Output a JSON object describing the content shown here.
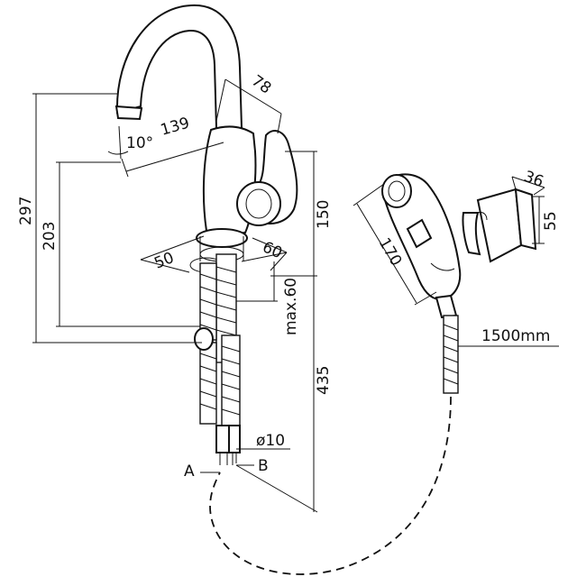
{
  "dimensions": {
    "spout_angle": "10°",
    "spout_reach": "139",
    "lever_offset": "78",
    "total_height": "297",
    "spout_height": "203",
    "body_height": "150",
    "base_depth": "50",
    "base_width": "60",
    "max_deck_thickness": "max.60",
    "hose_length_below": "435",
    "hose_diameter": "ø10",
    "handshower_length": "170",
    "holder_width": "36",
    "holder_height": "55",
    "shower_hose_length": "1500mm"
  },
  "labels": {
    "connection_a": "A",
    "connection_b": "B"
  }
}
